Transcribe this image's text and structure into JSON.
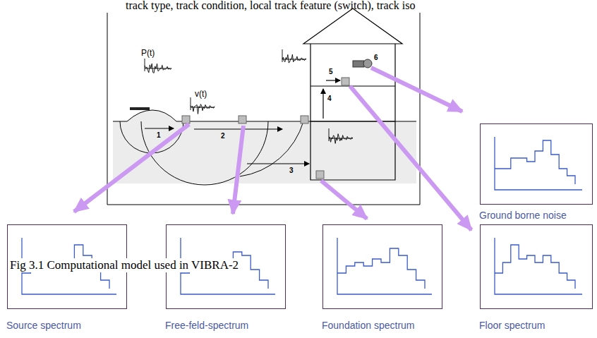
{
  "diagram": {
    "caption": "Fig 3.1 Computational model used in VIBRA-2",
    "nodes": [
      {
        "text": [
          "Ground borne noise"
        ]
      },
      {
        "text": [
          "Source spectrum"
        ]
      },
      {
        "text": [
          "Free-feld-spectrum"
        ]
      },
      {
        "text": [
          "Foundation spectrum"
        ]
      },
      {
        "text": [
          "Floor spectrum"
        ]
      }
    ],
    "labels": [
      "track type, track condition, local track feature (switch), track iso",
      "P(t)",
      "v(t)",
      "1",
      "2",
      "3",
      "4",
      "5",
      "6"
    ]
  }
}
